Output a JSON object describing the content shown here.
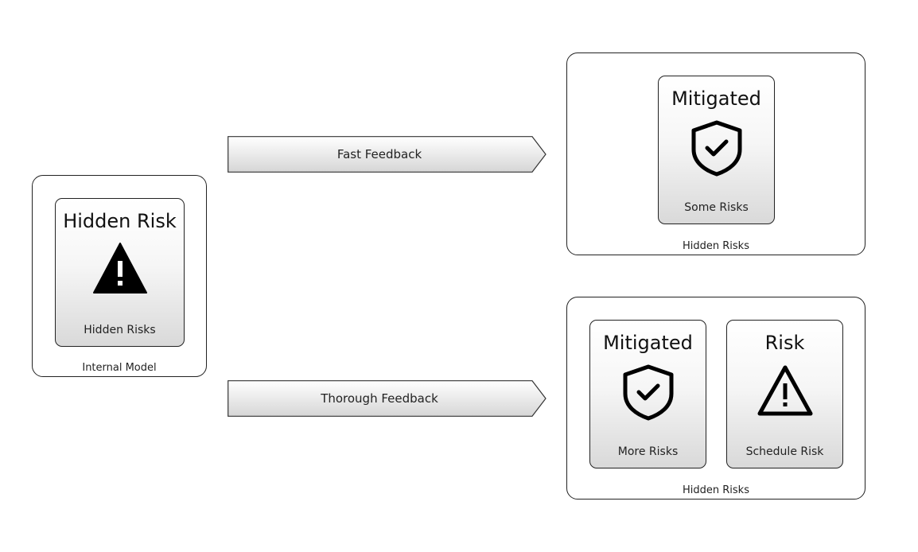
{
  "left_model": {
    "label": "Internal Model",
    "card": {
      "title": "Hidden Risk",
      "subtitle": "Hidden Risks",
      "icon": "warning-filled-icon"
    }
  },
  "arrows": {
    "fast": "Fast Feedback",
    "thorough": "Thorough Feedback"
  },
  "top_result": {
    "label": "Hidden Risks",
    "card": {
      "title": "Mitigated",
      "subtitle": "Some Risks",
      "icon": "shield-check-icon"
    }
  },
  "bottom_result": {
    "label": "Hidden Risks",
    "cards": [
      {
        "title": "Mitigated",
        "subtitle": "More Risks",
        "icon": "shield-check-icon"
      },
      {
        "title": "Risk",
        "subtitle": "Schedule Risk",
        "icon": "warning-outline-icon"
      }
    ]
  }
}
